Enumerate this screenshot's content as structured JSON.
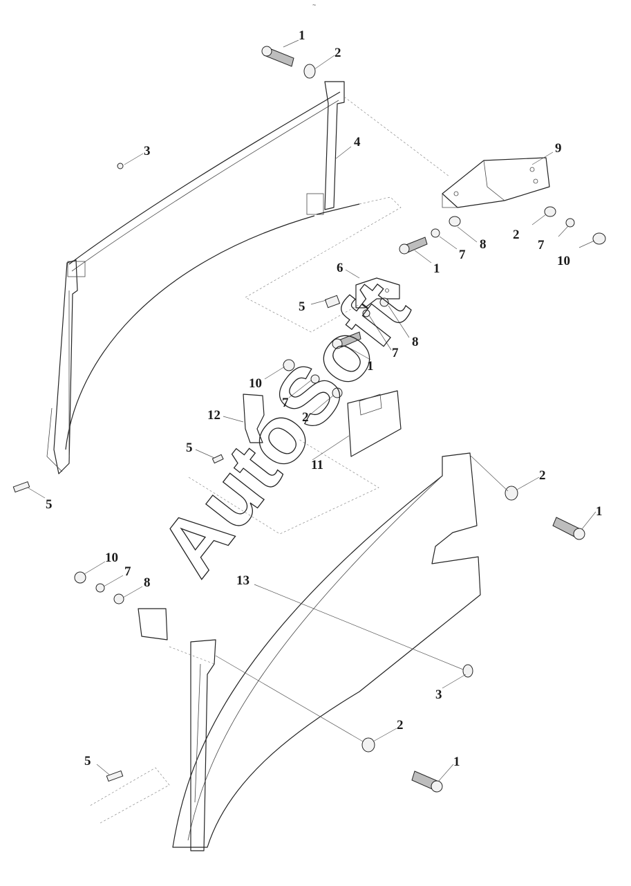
{
  "header_mark": "~",
  "watermark": "AutoSoft",
  "callouts": {
    "c1_top": "1",
    "c2_top": "2",
    "c3_top": "3",
    "c4": "4",
    "c9": "9",
    "c8_right": "8",
    "c2_right": "2",
    "c7_right_a": "7",
    "c7_right_b": "7",
    "c1_right": "1",
    "c10_right": "10",
    "c6": "6",
    "c5_mid": "5",
    "c8_mid": "8",
    "c7_mid": "7",
    "c1_mid": "1",
    "c10_mid": "10",
    "c7_mid_b": "7",
    "c12": "12",
    "c2_mid": "2",
    "c5_mid_b": "5",
    "c11": "11",
    "c5_left": "5",
    "c2_lower_right": "2",
    "c1_lower_right": "1",
    "c10_low": "10",
    "c7_low": "7",
    "c8_low": "8",
    "c13": "13",
    "c3_low": "3",
    "c2_bottom": "2",
    "c5_bottom": "5",
    "c1_bottom": "1"
  }
}
